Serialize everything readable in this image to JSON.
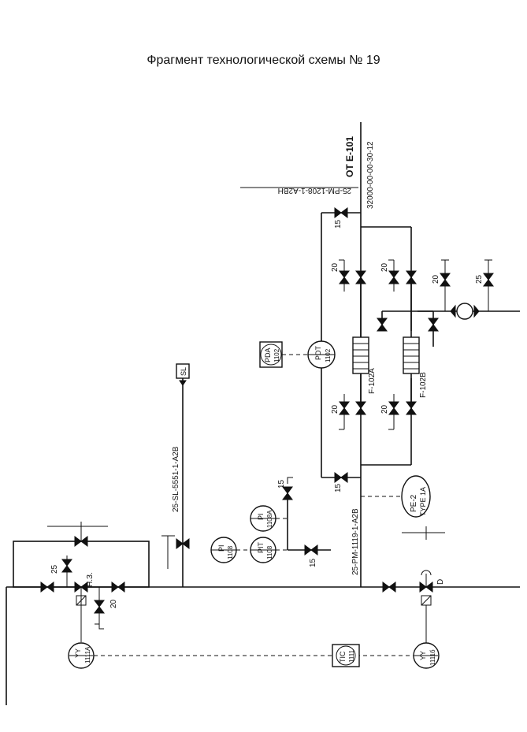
{
  "title": "Фрагмент технологической схемы № 19",
  "lines": {
    "ot_e101": "ОТ Е-101",
    "main_line": "32000-00-00-30-12",
    "line_25pm1208": "25-PM-1208-1-A2BH",
    "line_25sl": "25-SL-5551-1-A2B",
    "line_25pm1119": "25-PM-1119-1-A2B"
  },
  "equipment": {
    "filter_a": "F-102A",
    "filter_b": "F-102B",
    "pe2": "PE-2",
    "pe2_type": "TYPE 1A",
    "sl": "SL"
  },
  "instruments": {
    "pda": [
      "PDA",
      "1102"
    ],
    "pdt": [
      "PDT",
      "1102"
    ],
    "pi_1108a": [
      "PI",
      "1108A"
    ],
    "pit_1108": [
      "PIT",
      "1108"
    ],
    "pi_1108": [
      "PI",
      "1108"
    ],
    "yy_left": [
      "YY",
      "1111A"
    ],
    "tic": [
      "TIC",
      "1111"
    ],
    "yy_right": [
      "YY",
      "1111б"
    ]
  },
  "valve_sizes": {
    "top_main": "15",
    "bottom_main": "15",
    "pi_branch": "15",
    "pi_top": "15",
    "left_drain": "25",
    "left_bottom": "20",
    "top_left_vent_a": "20",
    "top_left_vent_b": "20",
    "bot_vent_a": "20",
    "bot_vent_b": "20",
    "pump_a": "20",
    "pump_b": "25"
  },
  "valve_marks": {
    "hz": "Н.З.",
    "d": "D"
  }
}
